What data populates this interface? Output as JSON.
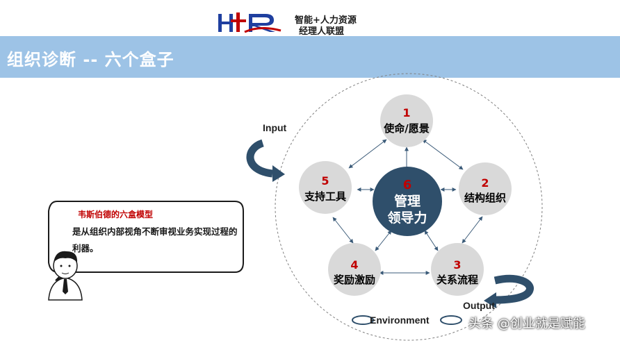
{
  "logo": {
    "mark": "HR",
    "line1": "智能+人力资源",
    "line2": "经理人联盟",
    "colors": {
      "blue": "#1f3f9f",
      "red": "#c00000"
    }
  },
  "banner": {
    "title": "组织诊断 -- 六个盒子",
    "color": "#9dc3e6"
  },
  "diagram": {
    "nodes": [
      {
        "num": "1",
        "label": "使命/愿景"
      },
      {
        "num": "2",
        "label": "结构组织"
      },
      {
        "num": "3",
        "label": "关系流程"
      },
      {
        "num": "4",
        "label": "奖励激励"
      },
      {
        "num": "5",
        "label": "支持工具"
      }
    ],
    "center": {
      "num": "6",
      "line1": "管理",
      "line2": "领导力"
    },
    "input_label": "Input",
    "output_label": "Output",
    "environment_label": "Environment",
    "colors": {
      "node": "#d9d9d9",
      "center": "#2f4f6b",
      "arrow": "#3a5a78",
      "number": "#c00000"
    }
  },
  "callout": {
    "title": "韦斯伯德的六盒模型",
    "body": "是从组织内部视角不断审视业务实现过程的利器。"
  },
  "watermark": "头条 @创业就是赋能"
}
